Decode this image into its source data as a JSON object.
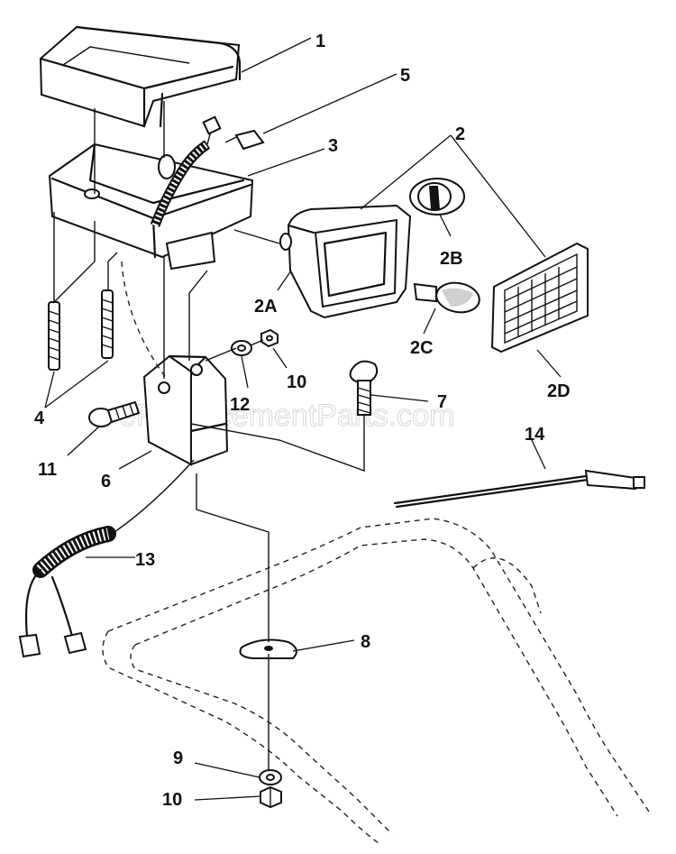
{
  "watermark": "eReplacementParts.com",
  "labels": {
    "p1": "1",
    "p2": "2",
    "p2a": "2A",
    "p2b": "2B",
    "p2c": "2C",
    "p2d": "2D",
    "p3": "3",
    "p4": "4",
    "p5": "5",
    "p6": "6",
    "p7": "7",
    "p8": "8",
    "p9": "9",
    "p10a": "10",
    "p10b": "10",
    "p11": "11",
    "p12": "12",
    "p13": "13",
    "p14": "14"
  }
}
